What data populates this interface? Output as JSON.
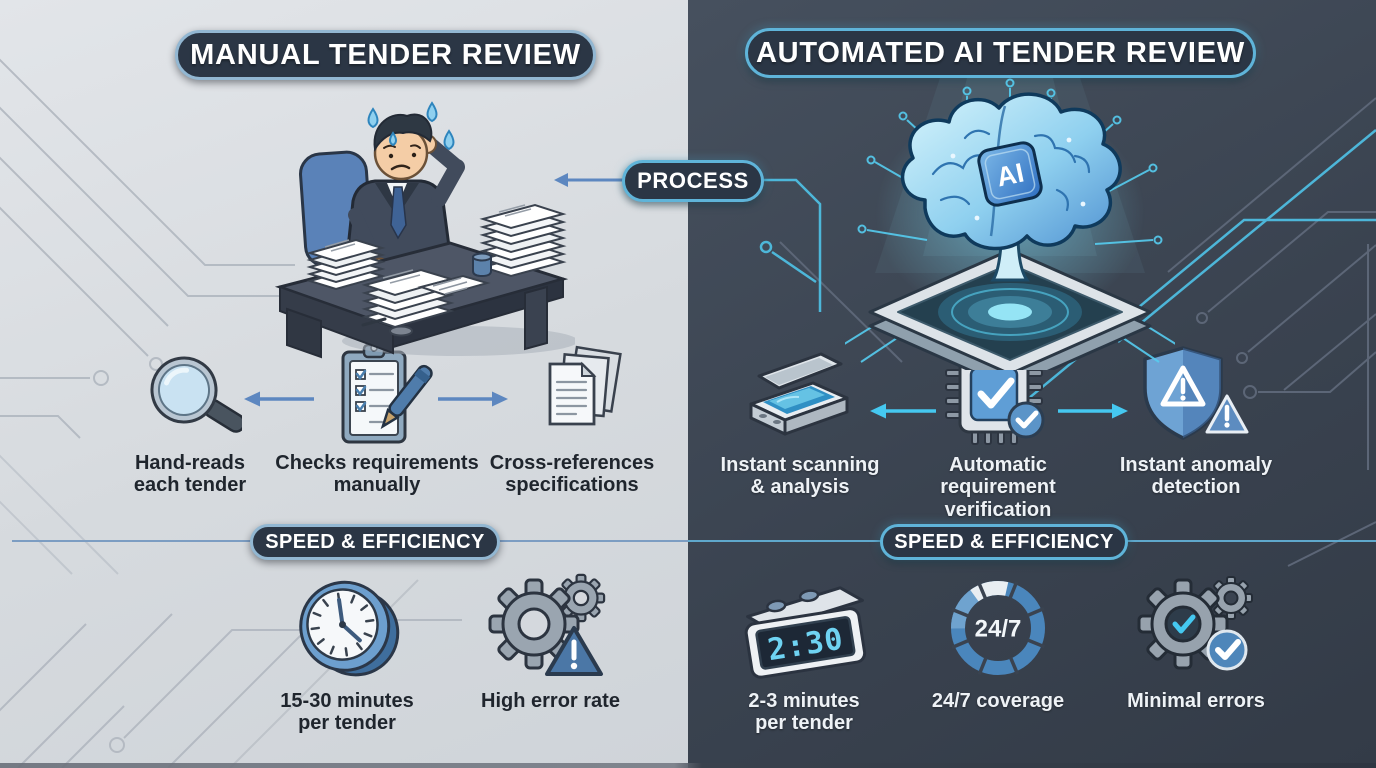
{
  "left": {
    "title": "MANUAL TENDER REVIEW",
    "illustration": "stressed reviewer at desk with paper stacks",
    "process": [
      {
        "icon": "magnifier-icon",
        "label": "Hand-reads each tender"
      },
      {
        "icon": "clipboard-checklist-icon",
        "label": "Checks requirements manually"
      },
      {
        "icon": "documents-icon",
        "label": "Cross-references specifications"
      }
    ],
    "speed_title": "SPEED & EFFICIENCY",
    "speed": [
      {
        "icon": "analog-clock-icon",
        "label": "15-30 minutes per tender"
      },
      {
        "icon": "gears-warning-icon",
        "label": "High error rate"
      }
    ]
  },
  "right": {
    "title": "AUTOMATED AI TENDER REVIEW",
    "illustration": "glowing AI brain over processor chip",
    "ai_label": "AI",
    "process": [
      {
        "icon": "scanner-icon",
        "label": "Instant scanning & analysis"
      },
      {
        "icon": "chip-check-icon",
        "label": "Automatic requirement verification"
      },
      {
        "icon": "shield-alert-icon",
        "label": "Instant anomaly detection"
      }
    ],
    "speed_title": "SPEED & EFFICIENCY",
    "speed": [
      {
        "icon": "digital-clock-icon",
        "label": "2-3 minutes per tender",
        "display": "2:30"
      },
      {
        "icon": "ring-24-7-icon",
        "label": "24/7 coverage",
        "ring_text": "24/7"
      },
      {
        "icon": "gears-check-icon",
        "label": "Minimal errors"
      }
    ]
  },
  "center": {
    "process_label": "PROCESS"
  },
  "colors": {
    "left_background": "#d7dade",
    "right_background": "#3a4350",
    "badge_background": "#2b3645",
    "badge_border_left": "#92b7d2",
    "badge_border_right": "#5fb4d9",
    "arrow_blue": "#5d87c0",
    "arrow_cyan": "#45c8f0",
    "label_dark": "#1f252d",
    "label_light": "#eef2f6"
  }
}
